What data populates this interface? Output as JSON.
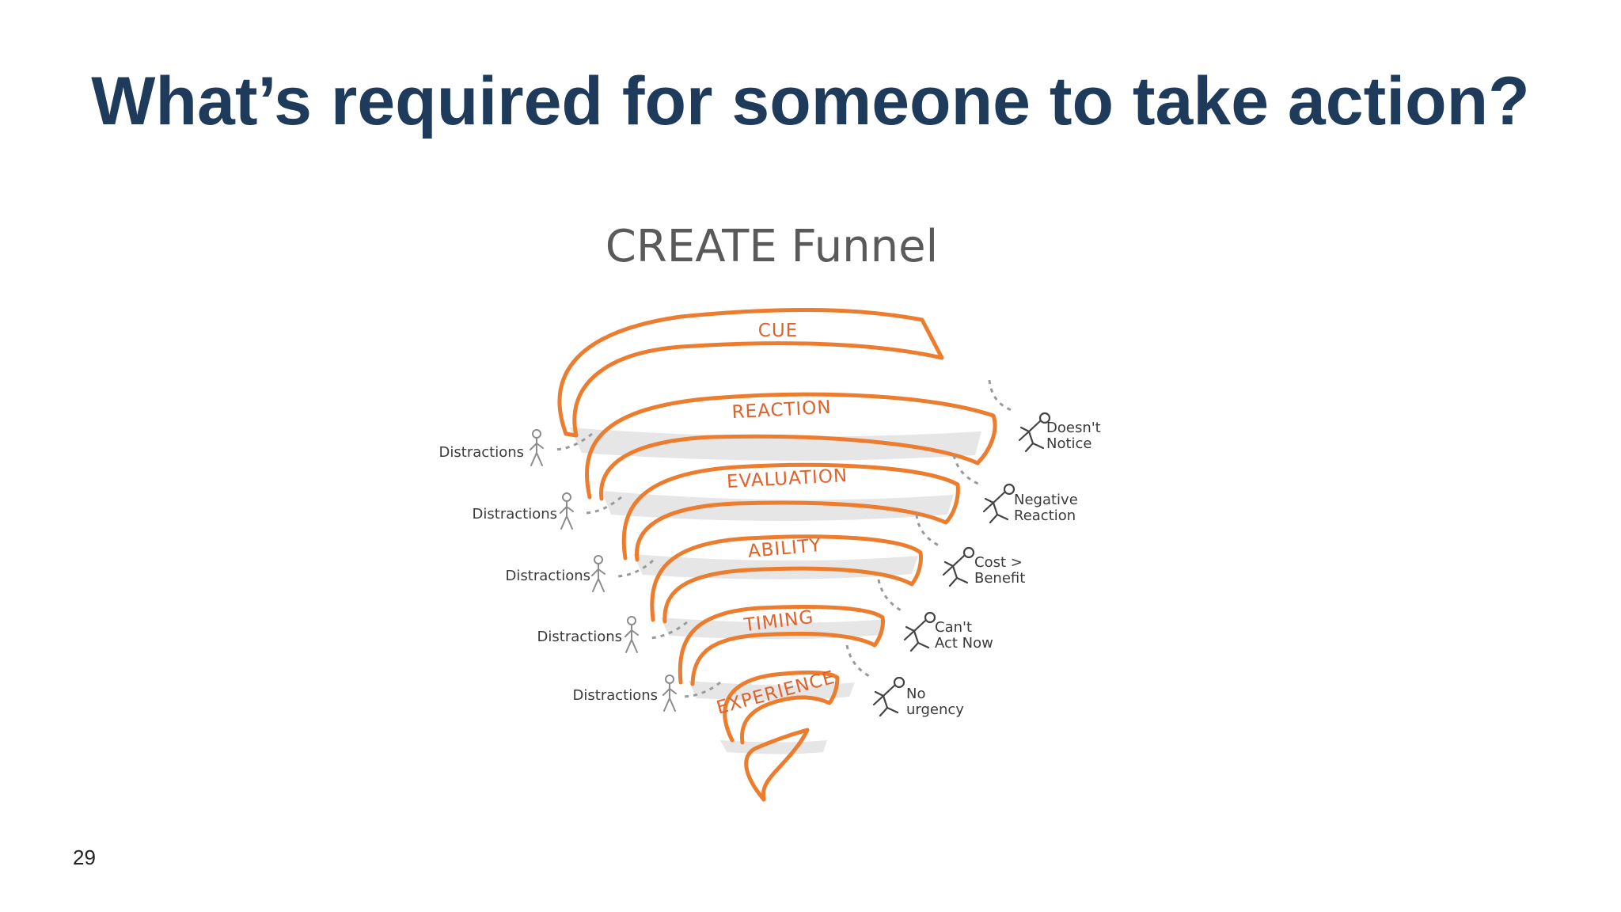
{
  "slide": {
    "title": "What’s required for someone to take action?",
    "page_number": "29"
  },
  "diagram": {
    "heading": "CREATE Funnel",
    "stages": [
      "CUE",
      "REACTION",
      "EVALUATION",
      "ABILITY",
      "TIMING",
      "EXPERIENCE"
    ],
    "left_labels": [
      "Distractions",
      "Distractions",
      "Distractions",
      "Distractions",
      "Distractions"
    ],
    "right_labels": [
      {
        "line1": "Doesn't",
        "line2": "Notice"
      },
      {
        "line1": "Negative",
        "line2": "Reaction"
      },
      {
        "line1": "Cost >",
        "line2": "Benefit"
      },
      {
        "line1": "Can't",
        "line2": "Act Now"
      },
      {
        "line1": "No",
        "line2": "urgency"
      }
    ],
    "colors": {
      "ribbon": "#ec7c2e",
      "stage_text": "#e0622a",
      "title": "#1f3b5c"
    }
  }
}
